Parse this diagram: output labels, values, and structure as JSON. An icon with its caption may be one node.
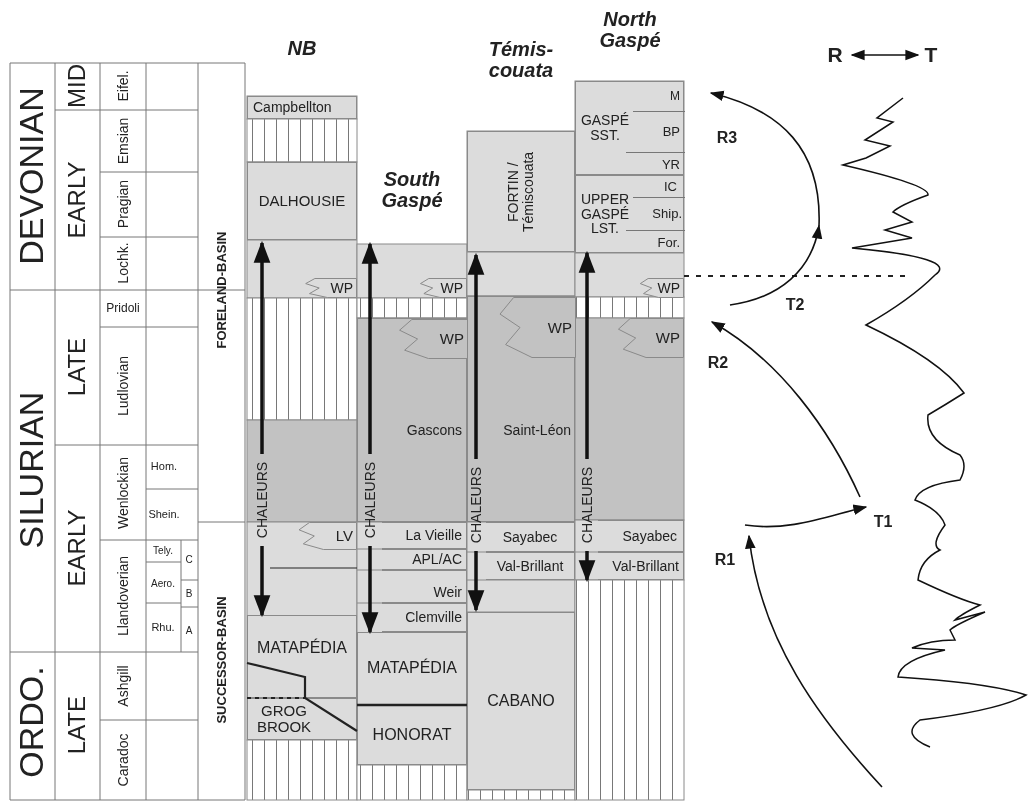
{
  "diagram": {
    "nodes": [
      {
        "text": [
          "Campbellton"
        ]
      },
      {
        "text": [
          "DALHOUSIE"
        ]
      },
      {
        "text": [
          "WP"
        ]
      },
      {
        "text": [
          "LV"
        ]
      },
      {
        "text": [
          "MATAPÉDIA"
        ]
      },
      {
        "text": [
          "GROG BROOK"
        ]
      },
      {
        "text": [
          "WP"
        ]
      },
      {
        "text": [
          "Gascons"
        ]
      },
      {
        "text": [
          "WP"
        ],
        "in": 7
      },
      {
        "text": [
          "La Vieille"
        ]
      },
      {
        "text": [
          "APL/AC"
        ]
      },
      {
        "text": [
          "Weir"
        ]
      },
      {
        "text": [
          "Clemville"
        ]
      },
      {
        "text": [
          "MATAPÉDIA"
        ]
      },
      {
        "text": [
          "HONORAT"
        ]
      },
      {
        "text": [
          "FORTIN / Témiscouata"
        ]
      },
      {
        "text": [
          "Saint-Léon"
        ]
      },
      {
        "text": [
          "WP"
        ],
        "in": 16
      },
      {
        "text": [
          "Sayabec"
        ]
      },
      {
        "text": [
          "Val-Brillant"
        ]
      },
      {
        "text": [
          "CABANO"
        ]
      },
      {
        "text": [
          "GASPÉ SST."
        ]
      },
      {
        "text": [
          "M"
        ],
        "in": 21
      },
      {
        "text": [
          "BP"
        ],
        "in": 21
      },
      {
        "text": [
          "YR"
        ],
        "in": 21
      },
      {
        "text": [
          "UPPER GASPÉ LST."
        ]
      },
      {
        "text": [
          "IC"
        ],
        "in": 25
      },
      {
        "text": [
          "Ship."
        ],
        "in": 25
      },
      {
        "text": [
          "For."
        ],
        "in": 25
      },
      {
        "text": [
          "WP"
        ]
      },
      {
        "text": [
          "WP"
        ]
      },
      {
        "text": [
          "Sayabec"
        ]
      },
      {
        "text": [
          "Val-Brillant"
        ]
      }
    ],
    "labels": [
      "DEVONIAN",
      "MID",
      "Eifel.",
      "EARLY",
      "Emsian",
      "Pragian",
      "Lochk.",
      "FORELAND-BASIN",
      "SILURIAN",
      "LATE",
      "Pridoli",
      "Ludlovian",
      "EARLY",
      "Wenlockian",
      "Hom.",
      "Shein.",
      "Llandoverian",
      "Tely.",
      "C",
      "Aero.",
      "B",
      "Rhu.",
      "A",
      "SUCCESSOR-BASIN",
      "ORDO.",
      "LATE",
      "Ashgill",
      "Caradoc",
      "NB",
      "South Gaspé",
      "Témis- couata",
      "North Gaspé",
      "CHALEURS",
      "CHALEURS",
      "CHALEURS",
      "CHALEURS",
      "R",
      "T",
      "R3",
      "T2",
      "R2",
      "T1",
      "R1"
    ]
  }
}
